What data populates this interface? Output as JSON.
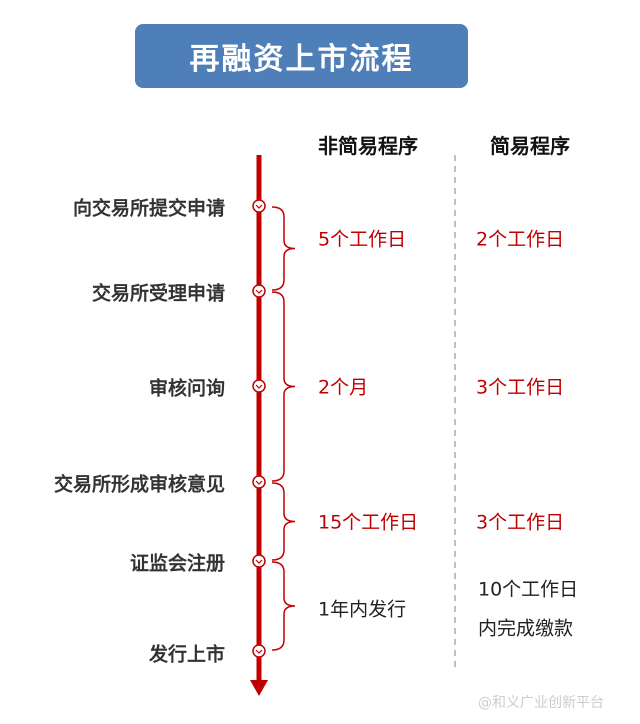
{
  "title": "再融资上市流程",
  "columns": {
    "normal": "非简易程序",
    "simple": "简易程序"
  },
  "steps": [
    "向交易所提交申请",
    "交易所受理申请",
    "审核问询",
    "交易所形成审核意见",
    "证监会注册",
    "发行上市"
  ],
  "durations": [
    {
      "normal": "5个工作日",
      "simple": "2个工作日"
    },
    {
      "normal": "2个月",
      "simple": "3个工作日"
    },
    {
      "normal": "15个工作日",
      "simple": "3个工作日"
    },
    {
      "normal": "1年内发行",
      "simple_line1": "10个工作日",
      "simple_line2": "内完成缴款"
    }
  ],
  "watermark": "@和义广业创新平台",
  "colors": {
    "timeline": "#c00000",
    "title_bg": "#4f7fb9"
  }
}
